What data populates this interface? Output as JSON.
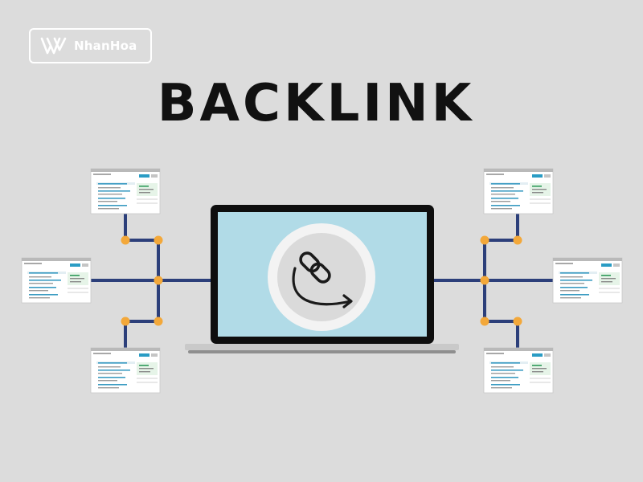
{
  "brand": {
    "name": "NhanHoa",
    "logo_icon": "nhanhoa-w-logo"
  },
  "title": "BACKLINK",
  "hub": {
    "icon": "link-chain-arrow-icon"
  },
  "colors": {
    "background": "#dcdcdc",
    "screen": "#b1dbe7",
    "laptop_frame": "#0e0e0e",
    "connector_line": "#2c3f7a",
    "node": "#f3a83a",
    "page_header": "#2a9cc4"
  },
  "webpages": [
    "left-top",
    "left-middle",
    "left-bottom",
    "right-top",
    "right-middle",
    "right-bottom"
  ]
}
